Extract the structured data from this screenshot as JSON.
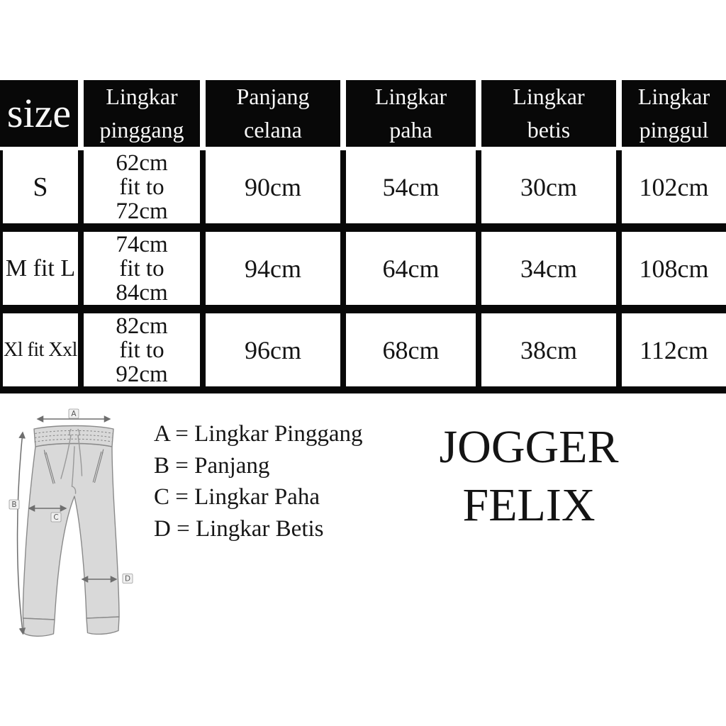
{
  "colors": {
    "table_black": "#080808",
    "cell_white": "#ffffff",
    "text_dark": "#141414",
    "pants_fill": "#d9d9d9",
    "pants_stroke": "#8a8a8a",
    "arrow_gray": "#6e6e6e",
    "label_box_fill": "#f0f0f0",
    "label_box_border": "#9b9b9b"
  },
  "size_chart": {
    "header": {
      "size_label": "size",
      "columns": [
        "Lingkar\npinggang",
        "Panjang\ncelana",
        "Lingkar\npaha",
        "Lingkar\nbetis",
        "Lingkar\npinggul"
      ]
    },
    "rows": [
      {
        "size": "S",
        "cells": [
          "62cm\nfit to\n72cm",
          "90cm",
          "54cm",
          "30cm",
          "102cm"
        ]
      },
      {
        "size": "M fit L",
        "cells": [
          "74cm\nfit to\n84cm",
          "94cm",
          "64cm",
          "34cm",
          "108cm"
        ]
      },
      {
        "size": "Xl fit Xxl",
        "cells": [
          "82cm\nfit to\n92cm",
          "96cm",
          "68cm",
          "38cm",
          "112cm"
        ]
      }
    ]
  },
  "diagram": {
    "labels": [
      "A",
      "B",
      "C",
      "D"
    ]
  },
  "legend": {
    "items": [
      "A = Lingkar Pinggang",
      "B = Panjang",
      "C = Lingkar Paha",
      "D = Lingkar Betis"
    ]
  },
  "title": {
    "line1": "JOGGER",
    "line2": "FELIX"
  }
}
